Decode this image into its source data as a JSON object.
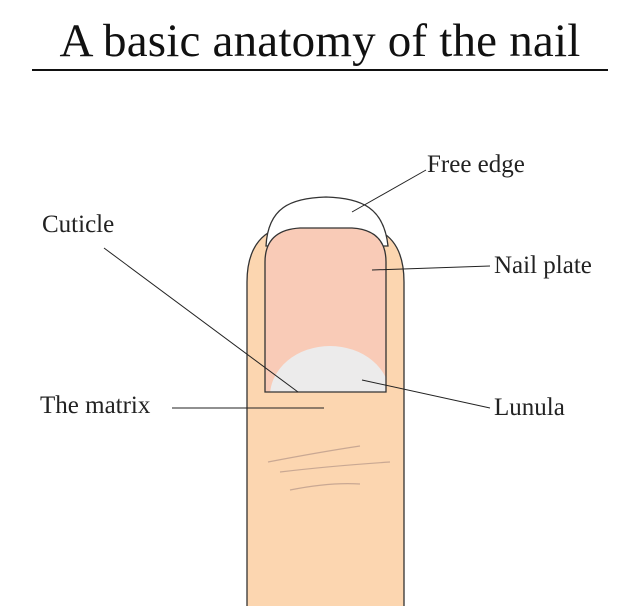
{
  "title": "A basic anatomy of the nail",
  "labels": {
    "free_edge": "Free edge",
    "cuticle": "Cuticle",
    "nail_plate": "Nail plate",
    "the_matrix": "The matrix",
    "lunula": "Lunula"
  },
  "colors": {
    "finger_skin": "#fcd6b0",
    "nail_plate": "#f9cbb7",
    "lunula": "#ecebeb",
    "free_edge": "#ffffff",
    "outline": "#333333",
    "wrinkle": "#c9a893"
  }
}
